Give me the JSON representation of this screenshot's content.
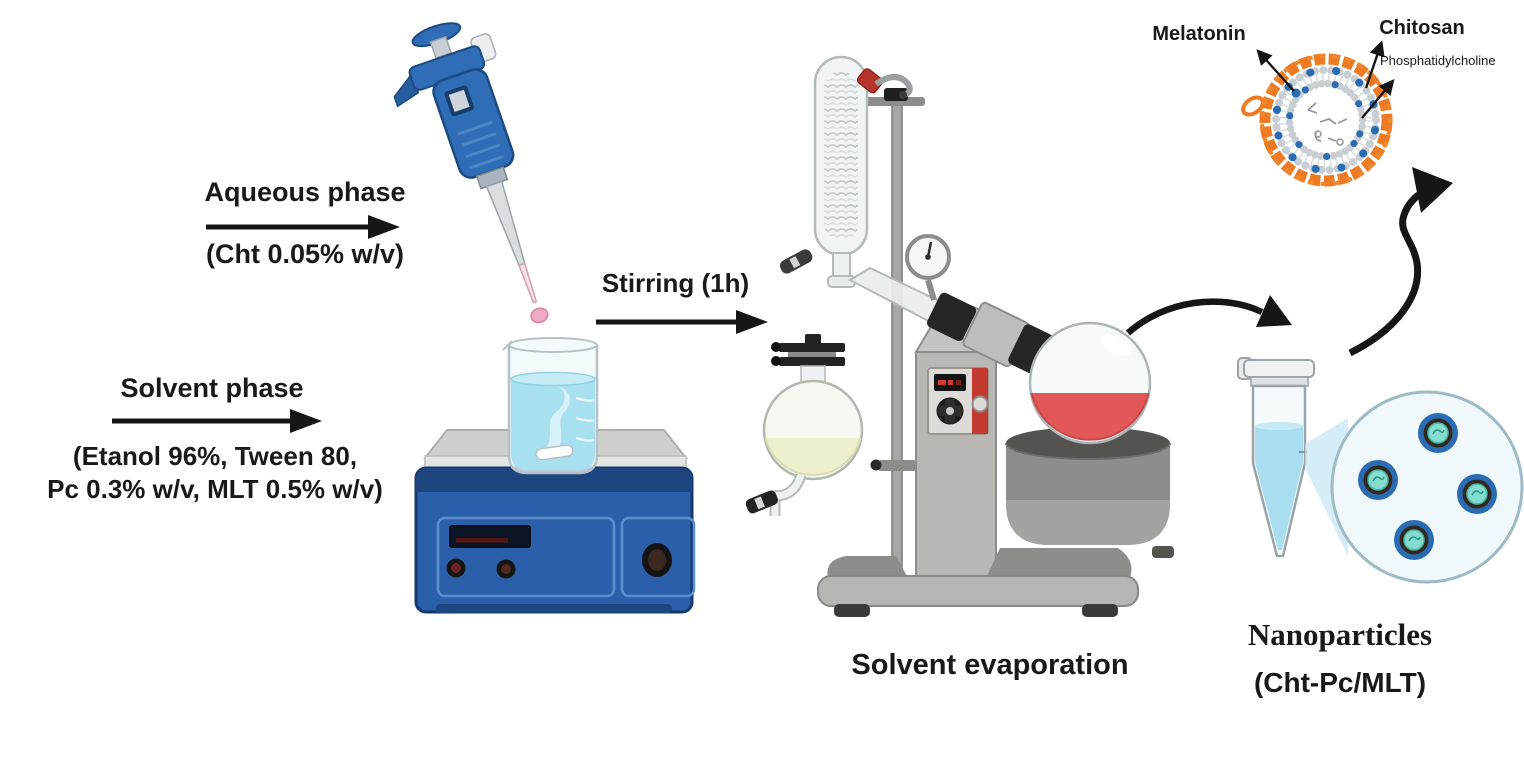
{
  "figure": {
    "title_implicit": "Preparation scheme of chitosan-phosphatidylcholine melatonin nanoparticles",
    "labels": {
      "aqueous": {
        "title": "Aqueous phase",
        "detail": "(Cht 0.05% w/v)"
      },
      "solvent": {
        "title": "Solvent phase",
        "detail_line1": "(Etanol 96%, Tween 80,",
        "detail_line2": "Pc 0.3% w/v, MLT 0.5% w/v)"
      },
      "stirring": {
        "title": "Stirring (1h)"
      },
      "evaporation": {
        "title": "Solvent evaporation"
      },
      "product": {
        "title": "Nanoparticles",
        "detail": "(Cht-Pc/MLT)"
      }
    },
    "structure_labels": {
      "melatonin": "Melatonin",
      "chitosan": "Chitosan",
      "phosphatidylcholine": "Phosphatidylcholine"
    },
    "palette": {
      "chitosan_orange": "#ee7b23",
      "melatonin_blue": "#2a6cb4",
      "nanoparticle_teal": "#84dccf",
      "flask_red_liquid": "#e25858",
      "collection_flask_liquid": "#eef0cd",
      "stirrer_blue": "#2b5fa9",
      "beaker_liquid_blue": "#a9e0ef",
      "tube_liquid_blue": "#a9ddf0",
      "pipette_blue": "#2f6db6",
      "droplet_pink": "#f0a9c6",
      "arrow_black": "#161616",
      "equipment_gray": "#b9b7b3"
    }
  }
}
